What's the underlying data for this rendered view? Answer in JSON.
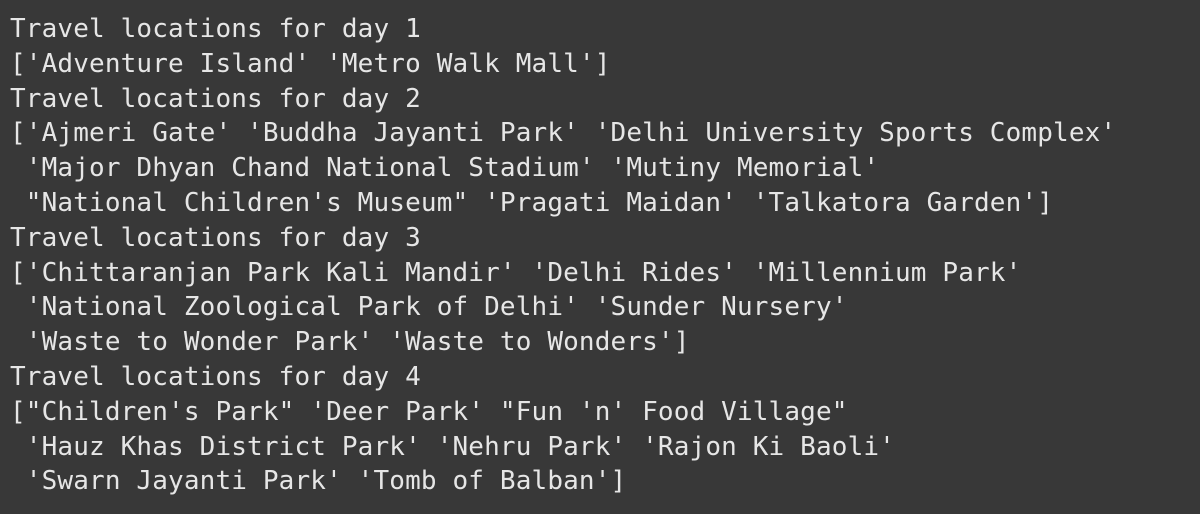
{
  "output": {
    "lines": [
      "Travel locations for day 1",
      "['Adventure Island' 'Metro Walk Mall']",
      "Travel locations for day 2",
      "['Ajmeri Gate' 'Buddha Jayanti Park' 'Delhi University Sports Complex'",
      " 'Major Dhyan Chand National Stadium' 'Mutiny Memorial'",
      " \"National Children's Museum\" 'Pragati Maidan' 'Talkatora Garden']",
      "Travel locations for day 3",
      "['Chittaranjan Park Kali Mandir' 'Delhi Rides' 'Millennium Park'",
      " 'National Zoological Park of Delhi' 'Sunder Nursery'",
      " 'Waste to Wonder Park' 'Waste to Wonders']",
      "Travel locations for day 4",
      "[\"Children's Park\" 'Deer Park' \"Fun 'n' Food Village\"",
      " 'Hauz Khas District Park' 'Nehru Park' 'Rajon Ki Baoli'",
      " 'Swarn Jayanti Park' 'Tomb of Balban']"
    ]
  },
  "colors": {
    "background": "#383838",
    "text": "#e6e6e6"
  }
}
